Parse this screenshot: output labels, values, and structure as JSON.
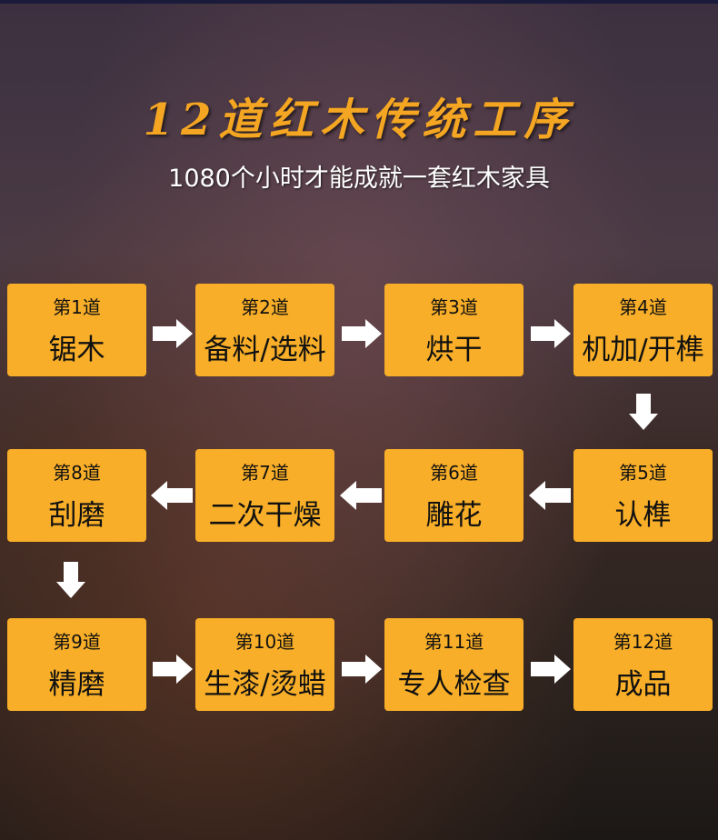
{
  "title": "12道红木传统工序",
  "subtitle": "1080个小时才能成就一套红木家具",
  "steps": [
    {
      "num": "第1道",
      "label": "锯木"
    },
    {
      "num": "第2道",
      "label": "备料/选料"
    },
    {
      "num": "第3道",
      "label": "烘干"
    },
    {
      "num": "第4道",
      "label": "机加/开榫"
    },
    {
      "num": "第5道",
      "label": "认榫"
    },
    {
      "num": "第6道",
      "label": "雕花"
    },
    {
      "num": "第7道",
      "label": "二次干燥"
    },
    {
      "num": "第8道",
      "label": "刮磨"
    },
    {
      "num": "第9道",
      "label": "精磨"
    },
    {
      "num": "第10道",
      "label": "生漆/烫蜡"
    },
    {
      "num": "第11道",
      "label": "专人检查"
    },
    {
      "num": "第12道",
      "label": "成品"
    }
  ],
  "colors": {
    "box": "#f8ae28",
    "title": "#f4a623"
  }
}
